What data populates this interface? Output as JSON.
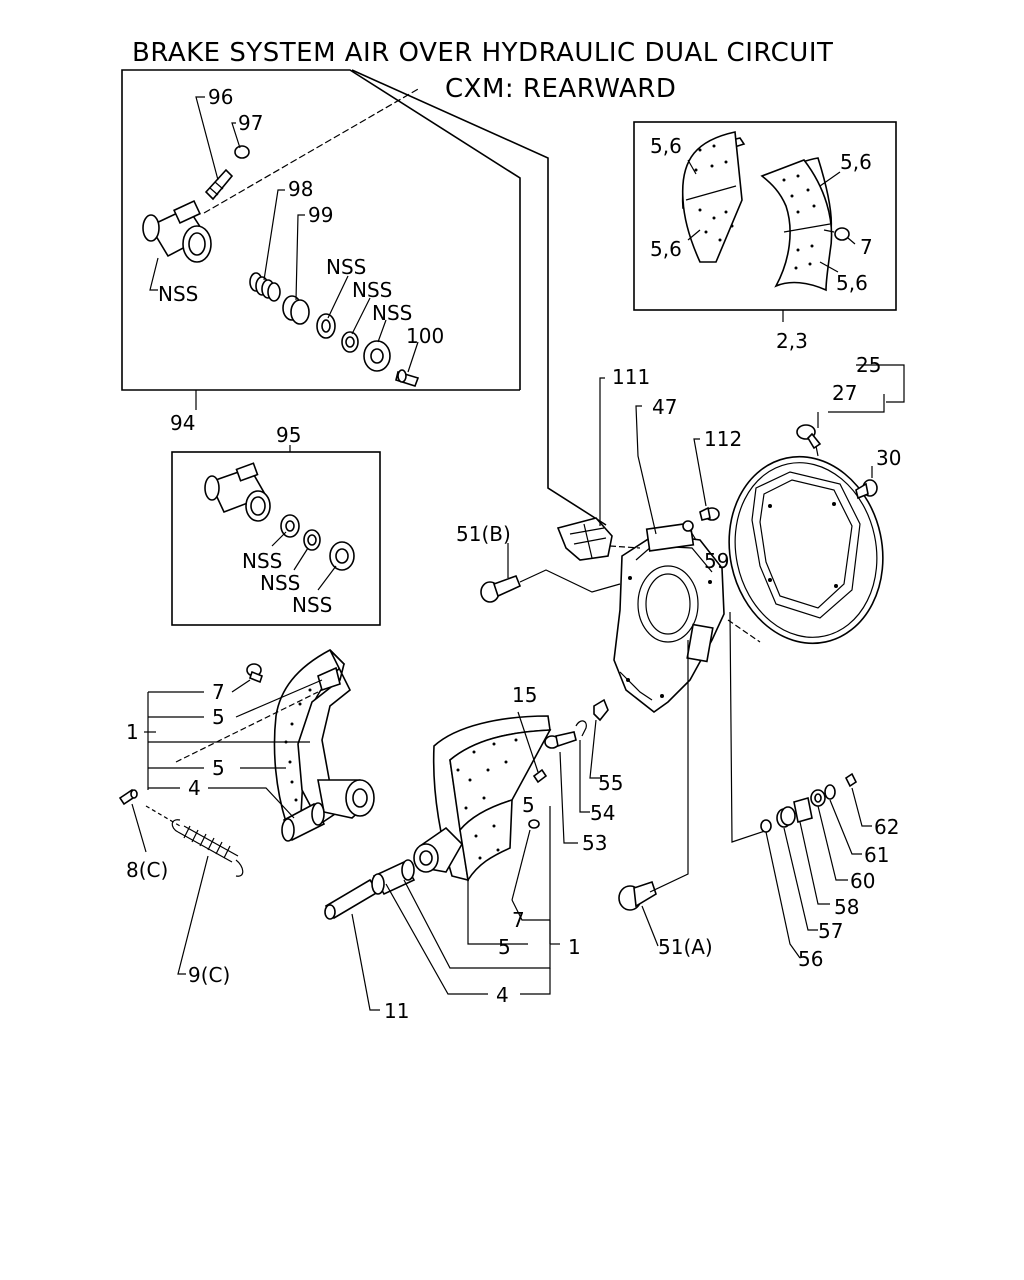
{
  "title": {
    "line1": "BRAKE SYSTEM AIR OVER HYDRAULIC DUAL CIRCUIT",
    "line2": "CXM:  REARWARD"
  },
  "labels": {
    "l96": "96",
    "l97": "97",
    "l98": "98",
    "l99": "99",
    "nss_cyl": "NSS",
    "nss_a": "NSS",
    "nss_b": "NSS",
    "nss_c": "NSS",
    "l100": "100",
    "l94": "94",
    "l56a": "5,6",
    "l56b": "5,6",
    "l56c": "5,6",
    "l56d": "5,6",
    "l7top": "7",
    "l23": "2,3",
    "l95": "95",
    "nss95a": "NSS",
    "nss95b": "NSS",
    "nss95c": "NSS",
    "l111": "111",
    "l47": "47",
    "l112": "112",
    "l25": "25",
    "l27": "27",
    "l30": "30",
    "l51b": "51(B)",
    "l59": "59",
    "l1left": "1",
    "l7left": "7",
    "l5a": "5",
    "l5b": "5",
    "l4left": "4",
    "l8c": "8(C)",
    "l9c": "9(C)",
    "l15": "15",
    "l53": "53",
    "l54": "54",
    "l55": "55",
    "l5r": "5",
    "l7r": "7",
    "l5bot": "5",
    "l1r": "1",
    "l4r": "4",
    "l11": "11",
    "l51a": "51(A)",
    "l62": "62",
    "l61": "61",
    "l60": "60",
    "l58": "58",
    "l57": "57",
    "l56": "56"
  }
}
